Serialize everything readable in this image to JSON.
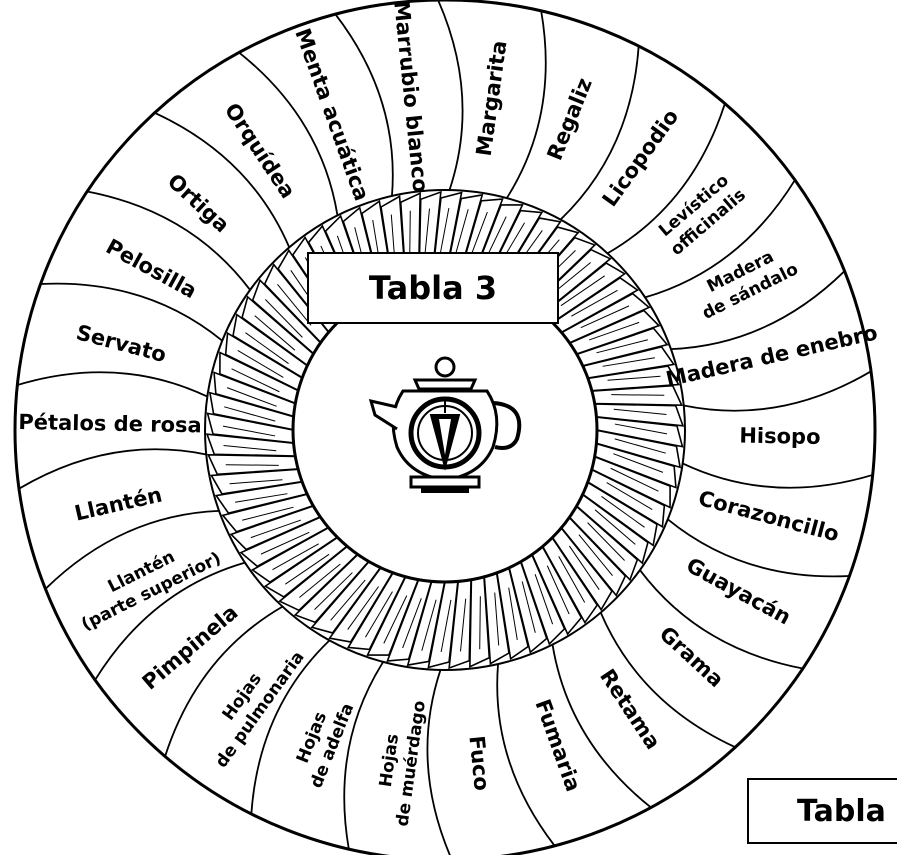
{
  "title": "Tabla 3",
  "corner_label": "Tabla",
  "center_icon": "teapot-pendulum-icon",
  "colors": {
    "ink": "#000000",
    "paper": "#ffffff"
  },
  "segments": [
    {
      "lines": [
        "Servato"
      ]
    },
    {
      "lines": [
        "Pelosilla"
      ]
    },
    {
      "lines": [
        "Ortiga"
      ]
    },
    {
      "lines": [
        "Orquídea"
      ]
    },
    {
      "lines": [
        "Menta acuática"
      ]
    },
    {
      "lines": [
        "Marrubio blanco"
      ]
    },
    {
      "lines": [
        "Margarita"
      ]
    },
    {
      "lines": [
        "Regaliz"
      ]
    },
    {
      "lines": [
        "Licopodio"
      ]
    },
    {
      "lines": [
        "Levístico",
        "officinalis"
      ]
    },
    {
      "lines": [
        "Madera",
        "de sándalo"
      ]
    },
    {
      "lines": [
        "Madera de enebro"
      ]
    },
    {
      "lines": [
        "Hisopo"
      ]
    },
    {
      "lines": [
        "Corazoncillo"
      ]
    },
    {
      "lines": [
        "Guayacán"
      ]
    },
    {
      "lines": [
        "Grama"
      ]
    },
    {
      "lines": [
        "Retama"
      ]
    },
    {
      "lines": [
        "Fumaria"
      ]
    },
    {
      "lines": [
        "Fuco"
      ]
    },
    {
      "lines": [
        "Hojas",
        "de muérdago"
      ]
    },
    {
      "lines": [
        "Hojas",
        "de adelfa"
      ]
    },
    {
      "lines": [
        "Hojas",
        "de pulmonaria"
      ]
    },
    {
      "lines": [
        "Pimpinela"
      ]
    },
    {
      "lines": [
        "Llantén",
        "(parte superior)"
      ]
    },
    {
      "lines": [
        "Llantén"
      ]
    },
    {
      "lines": [
        "Pétalos de rosa"
      ]
    }
  ]
}
